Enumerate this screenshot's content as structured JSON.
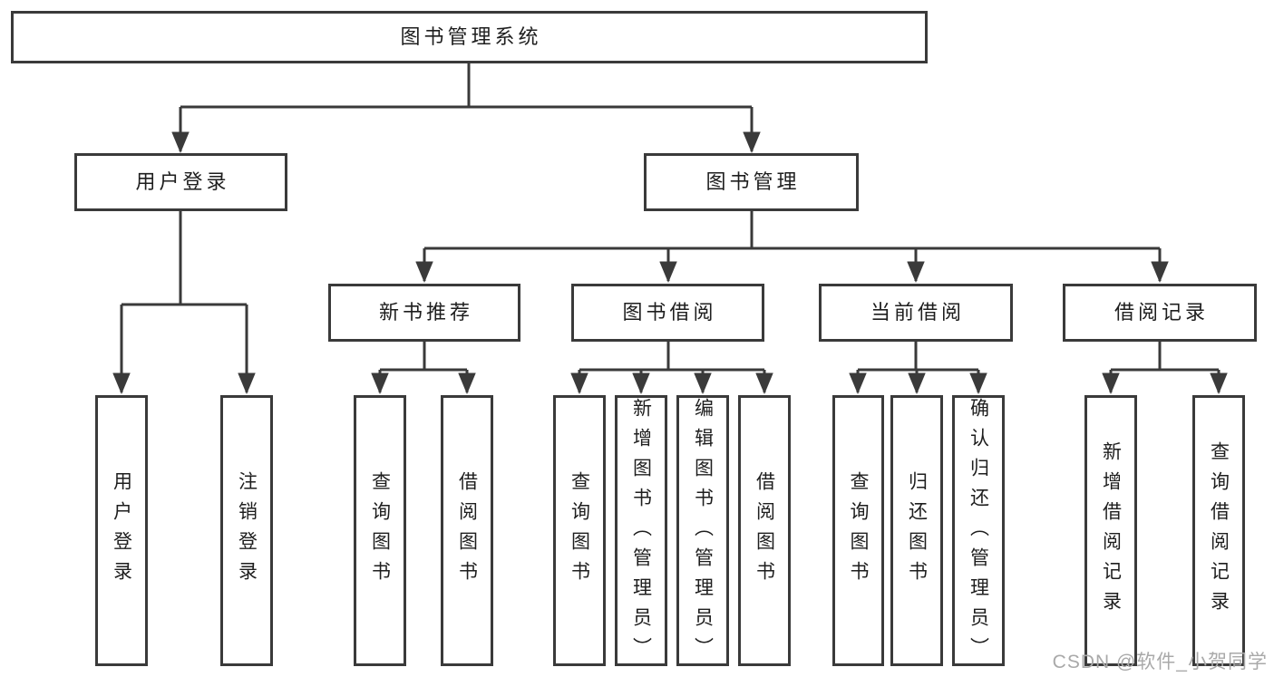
{
  "diagram_type": "hierarchy-tree",
  "tree": {
    "label": "图书管理系统",
    "children": [
      {
        "label": "用户登录",
        "children": [
          {
            "label": "用户登录"
          },
          {
            "label": "注销登录"
          }
        ]
      },
      {
        "label": "图书管理",
        "children": [
          {
            "label": "新书推荐",
            "children": [
              {
                "label": "查询图书"
              },
              {
                "label": "借阅图书"
              }
            ]
          },
          {
            "label": "图书借阅",
            "children": [
              {
                "label": "查询图书"
              },
              {
                "label": "新增图书（管理员）"
              },
              {
                "label": "编辑图书（管理员）"
              },
              {
                "label": "借阅图书"
              }
            ]
          },
          {
            "label": "当前借阅",
            "children": [
              {
                "label": "查询图书"
              },
              {
                "label": "归还图书"
              },
              {
                "label": "确认归还（管理员）"
              }
            ]
          },
          {
            "label": "借阅记录",
            "children": [
              {
                "label": "新增借阅记录"
              },
              {
                "label": "查询借阅记录"
              }
            ]
          }
        ]
      }
    ]
  },
  "watermark": {
    "text": "CSDN @软件_小贺同学"
  },
  "colors": {
    "line": "#3a3a3a",
    "text": "#1e1e1e",
    "watermark": "#a9a9a9",
    "background": "#ffffff"
  }
}
